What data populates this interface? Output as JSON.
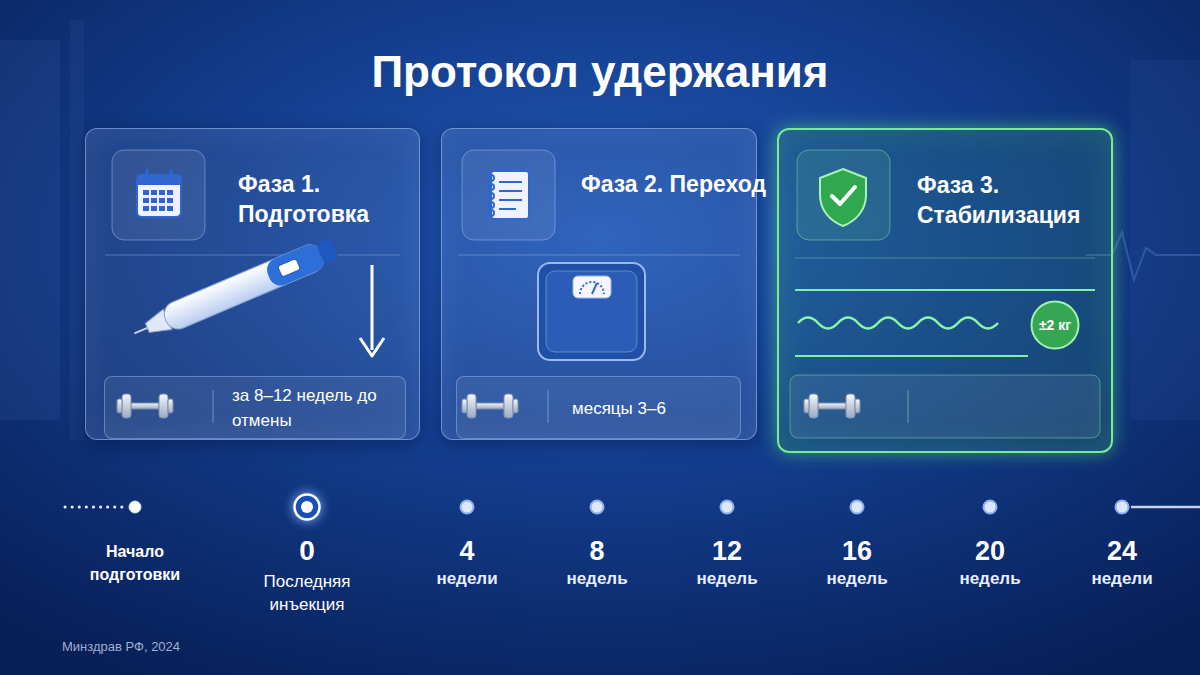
{
  "diagram": {
    "title": "Протокол удержания",
    "nodes": [
      {
        "text": [
          "Фаза 1. Подготовка"
        ]
      },
      {
        "text": [
          "за 8–12 недель до отмены"
        ],
        "in": 0
      },
      {
        "text": [
          "Фаза 2. Переход"
        ]
      },
      {
        "text": [
          "месяцы 3–6"
        ],
        "in": 2
      },
      {
        "text": [
          "Фаза 3. Стабилизация"
        ]
      },
      {
        "text": [
          "±2 кг"
        ],
        "in": 4
      },
      {
        "text": [
          "Начало подготовки"
        ]
      },
      {
        "text": [
          "0",
          "Последняя инъекция"
        ]
      },
      {
        "text": [
          "4",
          "недели"
        ]
      },
      {
        "text": [
          "8",
          "недель"
        ]
      },
      {
        "text": [
          "12",
          "недель"
        ]
      },
      {
        "text": [
          "16",
          "недель"
        ]
      },
      {
        "text": [
          "20",
          "недель"
        ]
      },
      {
        "text": [
          "24",
          "недели"
        ]
      }
    ],
    "edges": [
      {
        "from": 0,
        "to": 7,
        "arrow": "none"
      },
      {
        "from": 6,
        "to": 7,
        "arrow": "none"
      },
      {
        "from": 7,
        "to": 8,
        "arrow": "none"
      },
      {
        "from": 8,
        "to": 9,
        "arrow": "none"
      },
      {
        "from": 9,
        "to": 10,
        "arrow": "none"
      },
      {
        "from": 10,
        "to": 11,
        "arrow": "none"
      },
      {
        "from": 11,
        "to": 12,
        "arrow": "none"
      },
      {
        "from": 12,
        "to": 13,
        "arrow": "none"
      }
    ],
    "labels": [
      "Минздрав РФ, 2024"
    ]
  }
}
